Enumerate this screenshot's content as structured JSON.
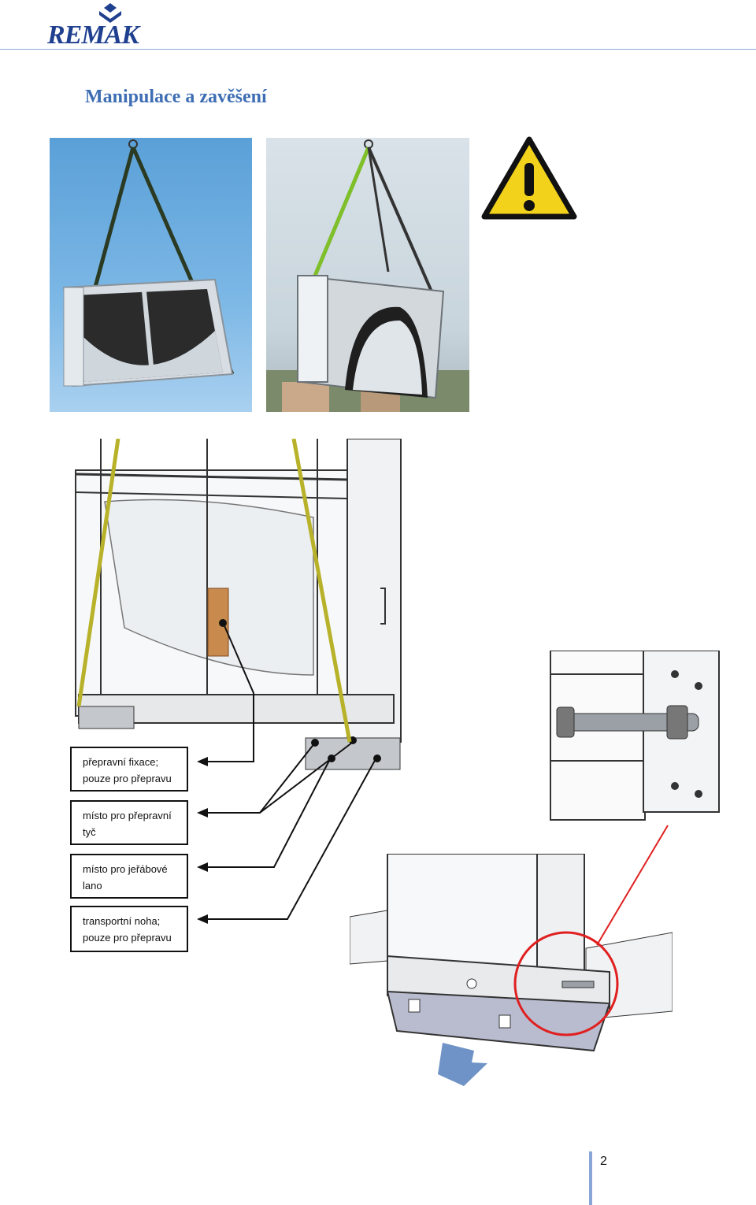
{
  "header": {
    "logo_text": "REMAK"
  },
  "page_title": "Manipulace a zavěšení",
  "icons": {
    "warning": "warning-triangle-icon",
    "arrow": "arrow-left-icon",
    "down_arrow": "arrow-down-icon"
  },
  "colors": {
    "brand": "#1f3f8f",
    "title": "#3d6db3",
    "sling": "#b8b22a",
    "highlight_circle": "#e02020"
  },
  "labels": [
    {
      "lines": [
        "přepravní fixace;",
        "pouze pro přepravu"
      ]
    },
    {
      "lines": [
        "místo pro přepravní",
        "tyč"
      ]
    },
    {
      "lines": [
        "místo pro jeřábové",
        "lano"
      ]
    },
    {
      "lines": [
        "transportní noha;",
        "pouze pro přepravu"
      ]
    }
  ],
  "page_number": "2"
}
